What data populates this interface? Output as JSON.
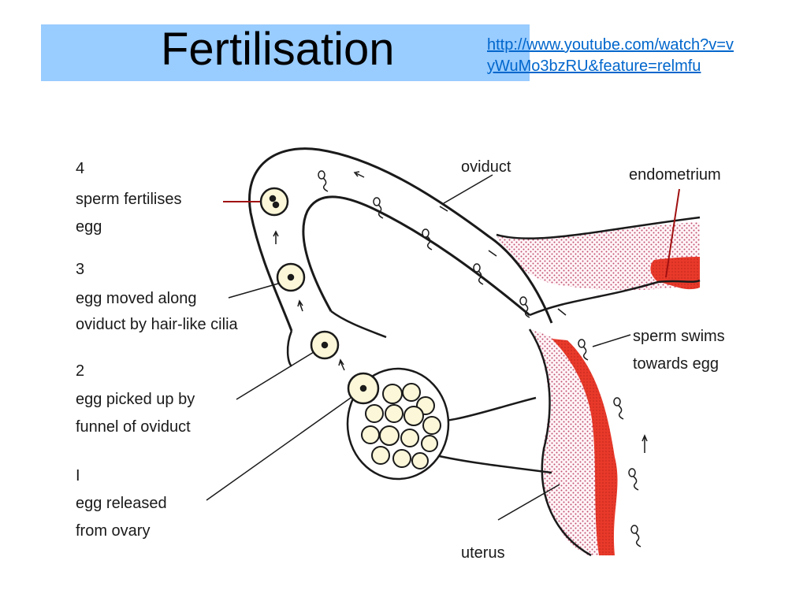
{
  "slide": {
    "title": "Fertilisation",
    "link": "http://www.youtube.com/watch?v=vyWuMo3bzRU&feature=relmfu"
  },
  "diagram": {
    "colors": {
      "endometrium": "#e8392a",
      "uterus_wall": "#f7dce4",
      "egg": "#fbf7d8",
      "outline": "#1a1a1a"
    },
    "steps": [
      {
        "number": "4",
        "line1": "sperm fertilises",
        "line2": "egg"
      },
      {
        "number": "3",
        "line1": "egg moved along",
        "line2": "oviduct by hair-like cilia"
      },
      {
        "number": "2",
        "line1": "egg picked up by",
        "line2": "funnel of oviduct"
      },
      {
        "number": "I",
        "line1": "egg released",
        "line2": "from ovary"
      }
    ],
    "labels": {
      "oviduct": "oviduct",
      "endometrium": "endometrium",
      "sperm_line1": "sperm swims",
      "sperm_line2": "towards egg",
      "uterus": "uterus"
    }
  }
}
